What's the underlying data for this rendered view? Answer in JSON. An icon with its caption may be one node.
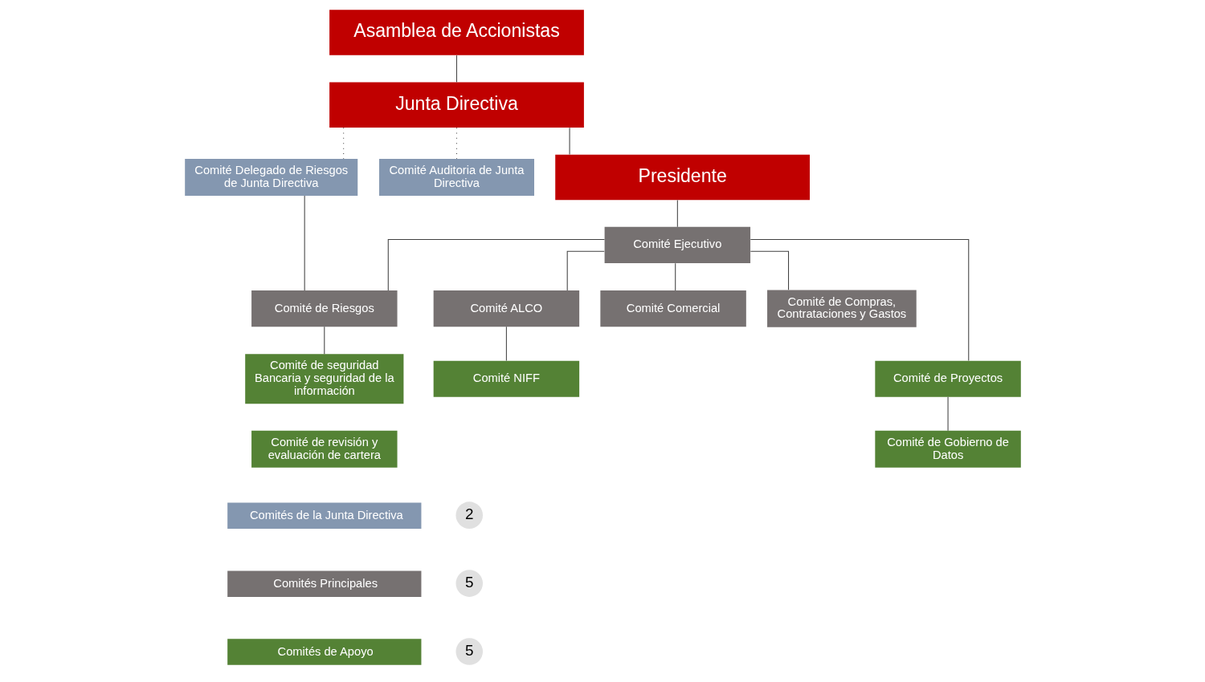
{
  "diagram": {
    "nodes": [
      {
        "text": [
          "Asamblea de Accionistas"
        ]
      },
      {
        "text": [
          "Junta Directiva"
        ]
      },
      {
        "text": [
          "Comité Delegado de Riesgos de Junta Directiva"
        ]
      },
      {
        "text": [
          "Comité Auditoria de Junta Directiva"
        ]
      },
      {
        "text": [
          "Presidente"
        ]
      },
      {
        "text": [
          "Comité Ejecutivo"
        ]
      },
      {
        "text": [
          "Comité de Riesgos"
        ]
      },
      {
        "text": [
          "Comité ALCO"
        ]
      },
      {
        "text": [
          "Comité Comercial"
        ]
      },
      {
        "text": [
          "Comité de Compras, Contrataciones y Gastos"
        ]
      },
      {
        "text": [
          "Comité de seguridad Bancaria y seguridad de la información"
        ]
      },
      {
        "text": [
          "Comité NIFF"
        ]
      },
      {
        "text": [
          "Comité de Proyectos"
        ]
      },
      {
        "text": [
          "Comité de revisión y evaluación de cartera"
        ]
      },
      {
        "text": [
          "Comité de Gobierno de Datos"
        ]
      }
    ],
    "edges": [
      {
        "from": 0,
        "to": 1,
        "arrow": "none"
      },
      {
        "from": 1,
        "to": 4,
        "arrow": "none"
      },
      {
        "from": 1,
        "to": 2,
        "arrow": "none",
        "style": "dashed"
      },
      {
        "from": 1,
        "to": 3,
        "arrow": "none",
        "style": "dashed"
      },
      {
        "from": 4,
        "to": 5,
        "arrow": "none"
      },
      {
        "from": 2,
        "to": 6,
        "arrow": "none"
      },
      {
        "from": 5,
        "to": 6,
        "arrow": "none"
      },
      {
        "from": 5,
        "to": 7,
        "arrow": "none"
      },
      {
        "from": 5,
        "to": 8,
        "arrow": "none"
      },
      {
        "from": 5,
        "to": 9,
        "arrow": "none"
      },
      {
        "from": 6,
        "to": 10,
        "arrow": "none"
      },
      {
        "from": 7,
        "to": 11,
        "arrow": "none"
      },
      {
        "from": 5,
        "to": 12,
        "arrow": "none"
      },
      {
        "from": 12,
        "to": 14,
        "arrow": "none"
      }
    ],
    "labels": [
      "2",
      "5",
      "5"
    ],
    "legend": [
      {
        "text": "Comités de la Junta Directiva",
        "color": "#8497b0"
      },
      {
        "text": "Comités Principales",
        "color": "#767171"
      },
      {
        "text": "Comités de Apoyo",
        "color": "#548235"
      }
    ]
  }
}
